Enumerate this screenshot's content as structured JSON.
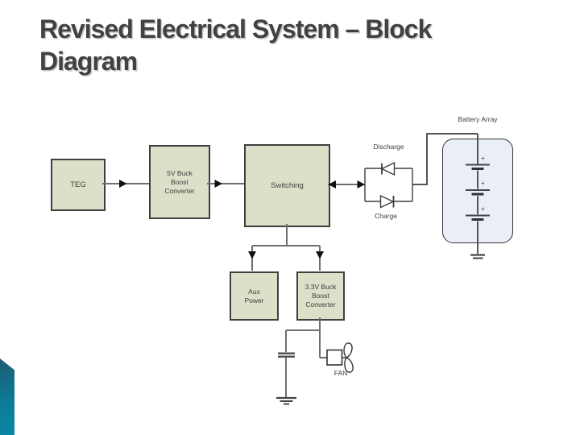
{
  "slide": {
    "title": {
      "line1": "Revised Electrical System – Block",
      "line2": "Diagram"
    }
  },
  "diagram": {
    "blocks": {
      "teg": {
        "label": "TEG"
      },
      "buck5": {
        "lines": [
          "5V Buck",
          "Boost",
          "Converter"
        ]
      },
      "switching": {
        "label": "Switching"
      },
      "aux": {
        "lines": [
          "Aux",
          "Power"
        ]
      },
      "buck33": {
        "lines": [
          "3.3V Buck",
          "Boost",
          "Converter"
        ]
      }
    },
    "labels": {
      "discharge": "Discharge",
      "charge": "Charge",
      "battery": "Battery Array",
      "fan": "FAN",
      "cell_plus": "+"
    },
    "edges": [
      {
        "from": "TEG",
        "to": "5V Buck Boost Converter",
        "type": "arrow"
      },
      {
        "from": "5V Buck Boost Converter",
        "to": "Switching",
        "type": "arrow"
      },
      {
        "from": "Switching",
        "to": "diode pair (Charge/Discharge)",
        "type": "double-arrow"
      },
      {
        "from": "diode pair",
        "to": "Battery Array",
        "type": "wire"
      },
      {
        "from": "Battery Array",
        "to": "ground",
        "type": "wire"
      },
      {
        "from": "Switching",
        "to": "Aux Power",
        "type": "arrow"
      },
      {
        "from": "Switching",
        "to": "3.3V Buck Boost Converter",
        "type": "arrow"
      },
      {
        "from": "3.3V Buck Boost Converter",
        "to": "capacitor and ground",
        "type": "wire"
      },
      {
        "from": "3.3V Buck Boost Converter",
        "to": "FAN",
        "type": "wire"
      }
    ],
    "colors": {
      "block_fill": "#dde0c9",
      "block_border": "#3f3f3f",
      "battery_fill": "#e9eef7",
      "wire": "#6e6e6e",
      "arrowhead": "#111111",
      "title_text": "#414141",
      "accent_teal_top": "#1f5a70",
      "accent_teal_bottom": "#0a88a5"
    }
  }
}
